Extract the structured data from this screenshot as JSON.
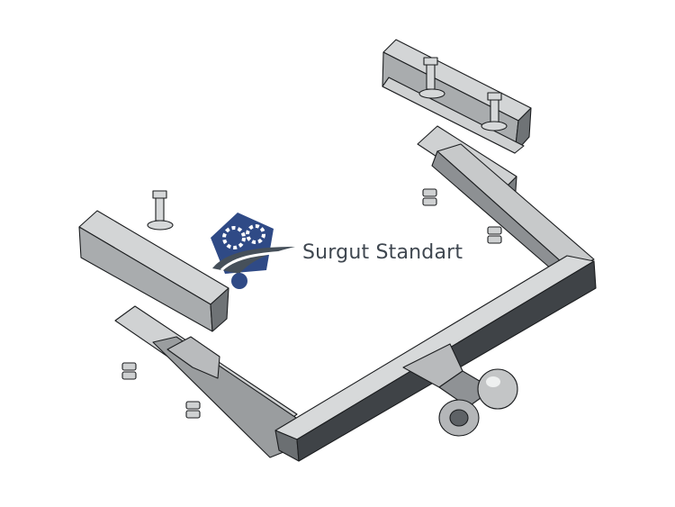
{
  "brand": {
    "name": "Surgut Standart",
    "logo_icon": "gears-car-logo-icon",
    "logo_color": "#2f4a86"
  },
  "parts": [
    {
      "id": "right-bracket",
      "label": "right-mounting-bracket"
    },
    {
      "id": "left-bracket",
      "label": "left-mounting-bracket"
    },
    {
      "id": "crossbar",
      "label": "tow-bar-crossbeam"
    },
    {
      "id": "tow-ball",
      "label": "tow-ball-hitch"
    },
    {
      "id": "bolts",
      "label": "mounting-bolts-and-washers"
    },
    {
      "id": "nuts",
      "label": "mounting-nuts"
    }
  ],
  "colors": {
    "metal_light": "#d3d5d6",
    "metal_mid": "#a9acae",
    "metal_dark": "#45494c",
    "outline": "#1c1e20"
  }
}
